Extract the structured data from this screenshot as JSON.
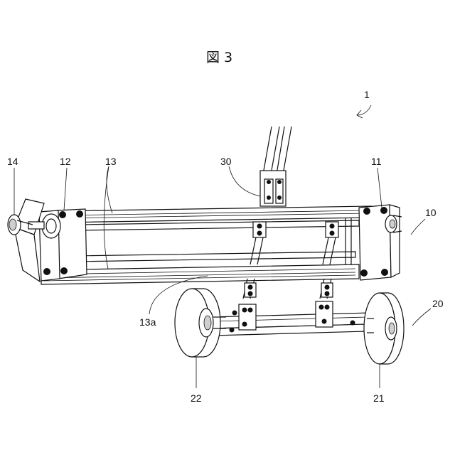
{
  "figure": {
    "title": "図 3"
  },
  "labels": {
    "l1": "1",
    "l10": "10",
    "l11": "11",
    "l12": "12",
    "l13": "13",
    "l13a": "13a",
    "l14": "14",
    "l20": "20",
    "l21": "21",
    "l22": "22",
    "l30": "30"
  }
}
